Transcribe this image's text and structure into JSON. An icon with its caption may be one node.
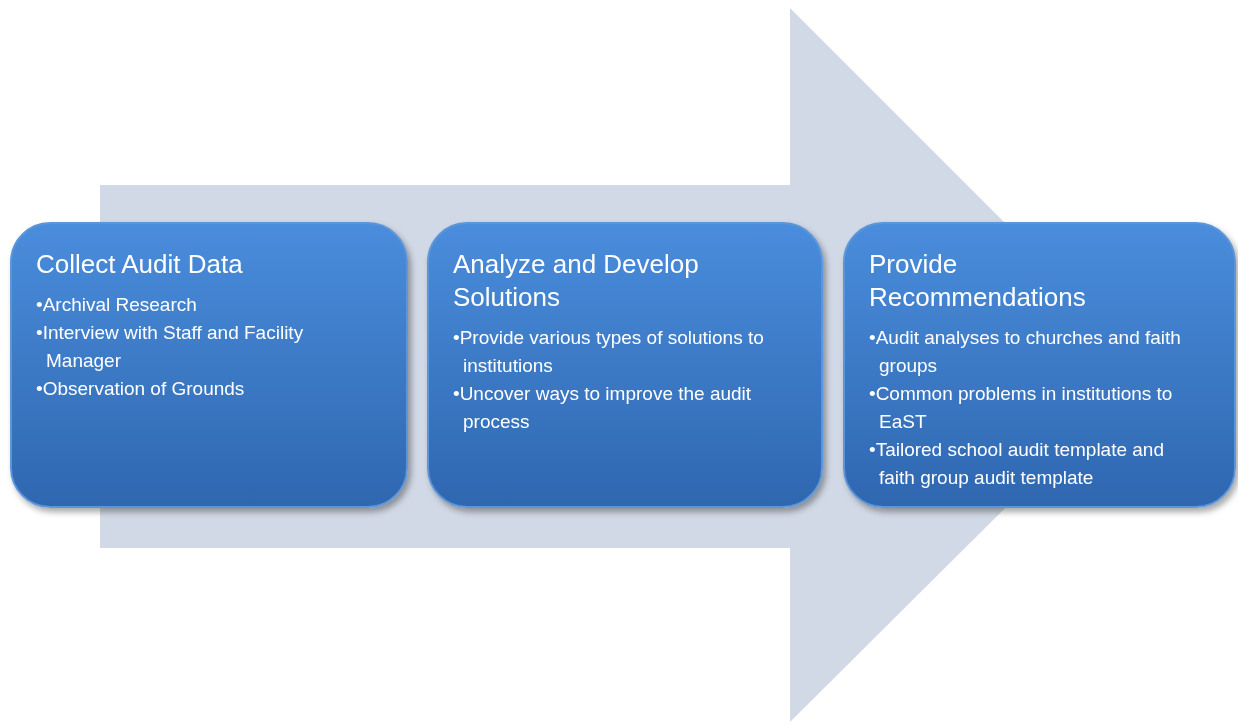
{
  "diagram": {
    "nodes": [
      {
        "text": [
          "Collect Audit Data",
          "•Archival Research",
          "•Interview with Staff and Facility Manager",
          "•Observation of Grounds"
        ]
      },
      {
        "text": [
          "Analyze and Develop Solutions",
          "•Provide various types of solutions to institutions",
          "•Uncover ways to improve the audit process"
        ]
      },
      {
        "text": [
          "Provide Recommendations",
          "•Audit analyses to churches and faith groups",
          "•Common problems in institutions to EaST",
          "•Tailored school audit template and faith group audit template"
        ]
      }
    ],
    "edges": [
      {
        "from": 0,
        "to": 2,
        "arrow": "to"
      }
    ]
  }
}
